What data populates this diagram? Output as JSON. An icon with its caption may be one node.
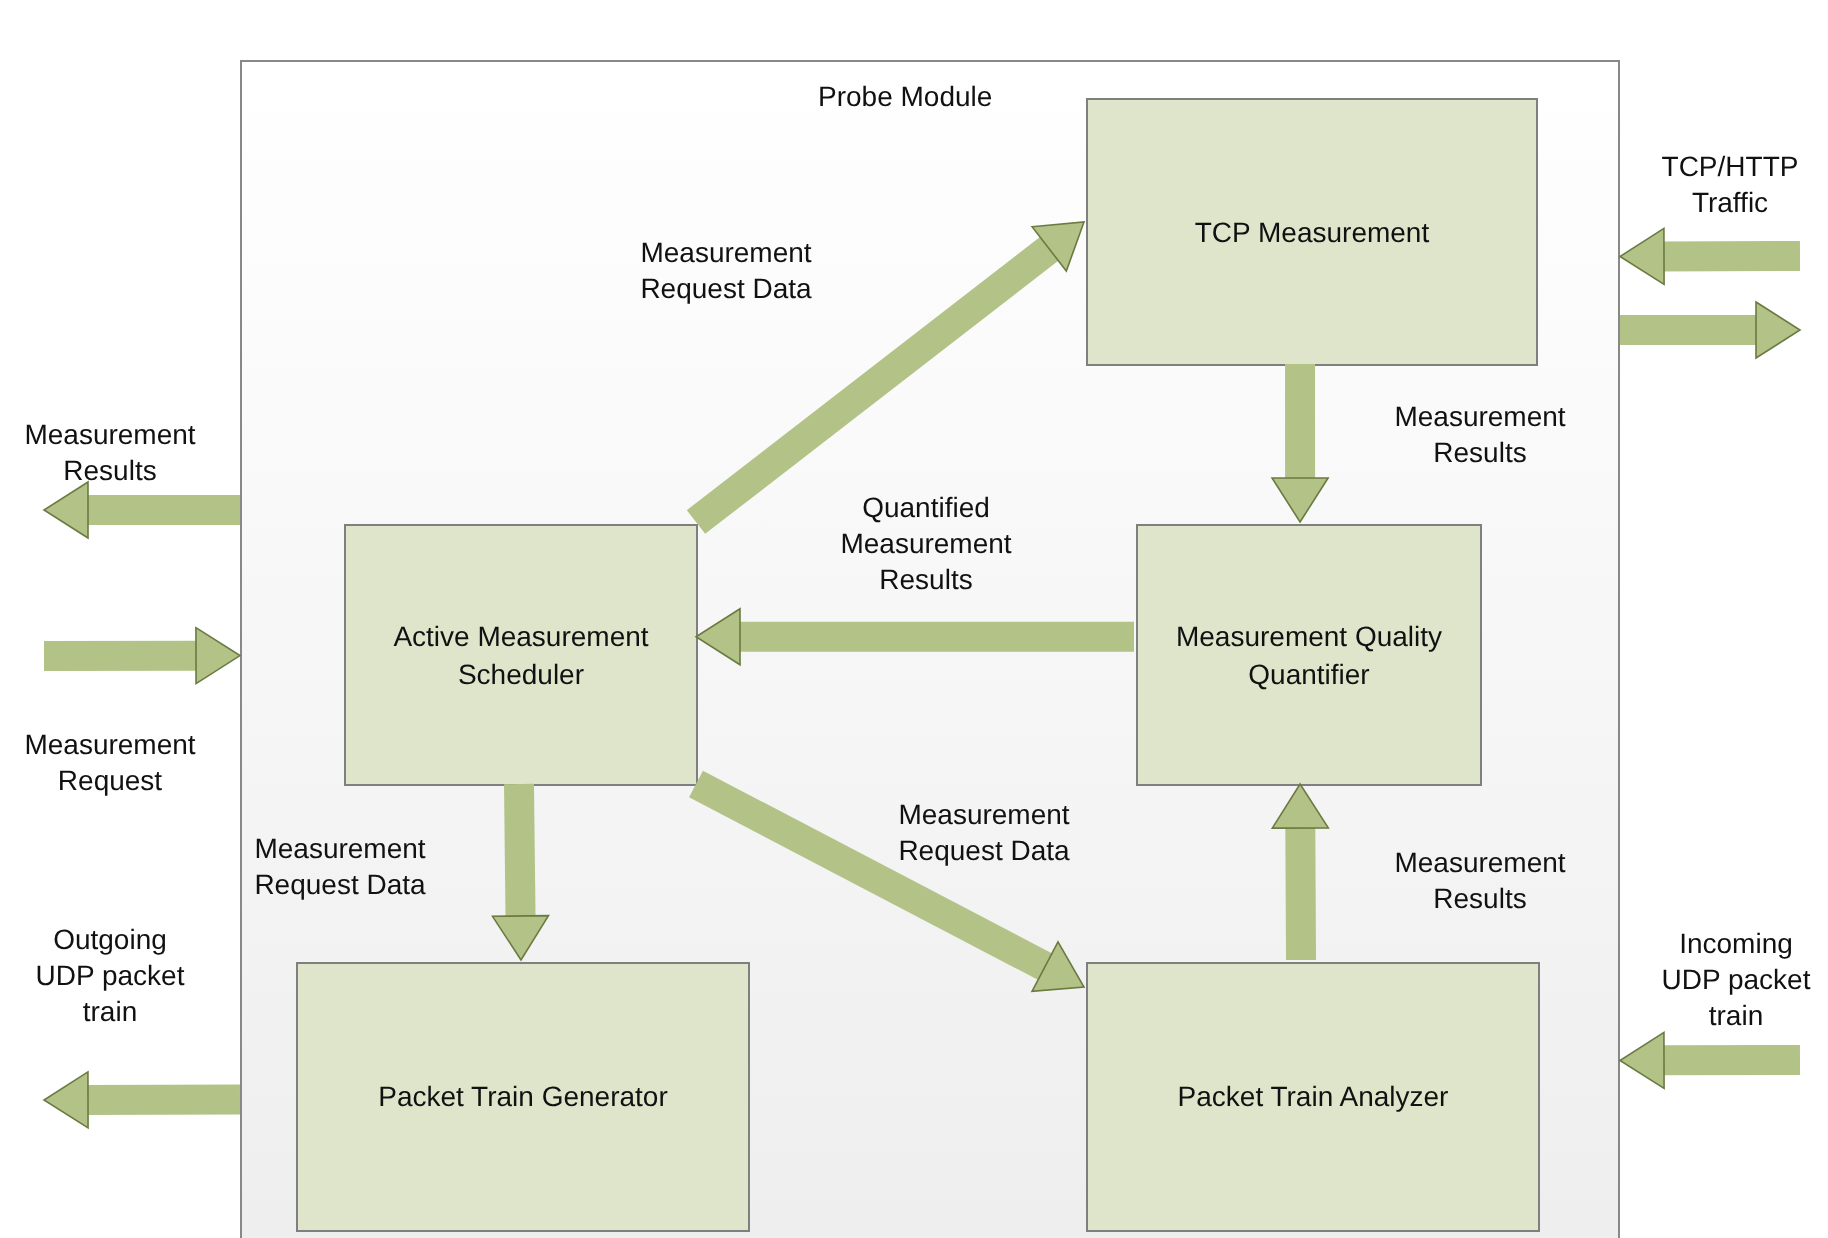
{
  "diagram": {
    "nodes": [
      {
        "text": [
          "Probe Module"
        ]
      },
      {
        "text": [
          "TCP Measurement"
        ],
        "in": 0
      },
      {
        "text": [
          "Active Measurement Scheduler"
        ],
        "in": 0
      },
      {
        "text": [
          "Measurement Quality Quantifier"
        ],
        "in": 0
      },
      {
        "text": [
          "Packet Train Generator"
        ],
        "in": 0
      },
      {
        "text": [
          "Packet Train Analyzer"
        ],
        "in": 0
      }
    ],
    "edges": [
      {
        "from": 2,
        "to": 1,
        "arrow": "to",
        "label": "Measurement Request Data"
      },
      {
        "from": 1,
        "to": 3,
        "arrow": "to",
        "label": "Measurement Results"
      },
      {
        "from": 3,
        "to": 2,
        "arrow": "to",
        "label": "Quantified Measurement Results"
      },
      {
        "from": 2,
        "to": 4,
        "arrow": "to",
        "label": "Measurement Request Data"
      },
      {
        "from": 2,
        "to": 5,
        "arrow": "to",
        "label": "Measurement Request Data"
      },
      {
        "from": 5,
        "to": 3,
        "arrow": "to",
        "label": "Measurement Results"
      },
      {
        "from": 0,
        "to": null,
        "arrow": "to",
        "label": "Measurement Results"
      },
      {
        "from": null,
        "to": 0,
        "arrow": "to",
        "label": "Measurement Request"
      },
      {
        "from": 0,
        "to": null,
        "arrow": "to",
        "label": "Outgoing UDP packet train"
      },
      {
        "from": null,
        "to": 0,
        "arrow": "to",
        "label": "Incoming UDP packet train"
      },
      {
        "from": null,
        "to": 0,
        "arrow": "to",
        "label": "TCP/HTTP Traffic"
      },
      {
        "from": 0,
        "to": null,
        "arrow": "to"
      }
    ]
  }
}
